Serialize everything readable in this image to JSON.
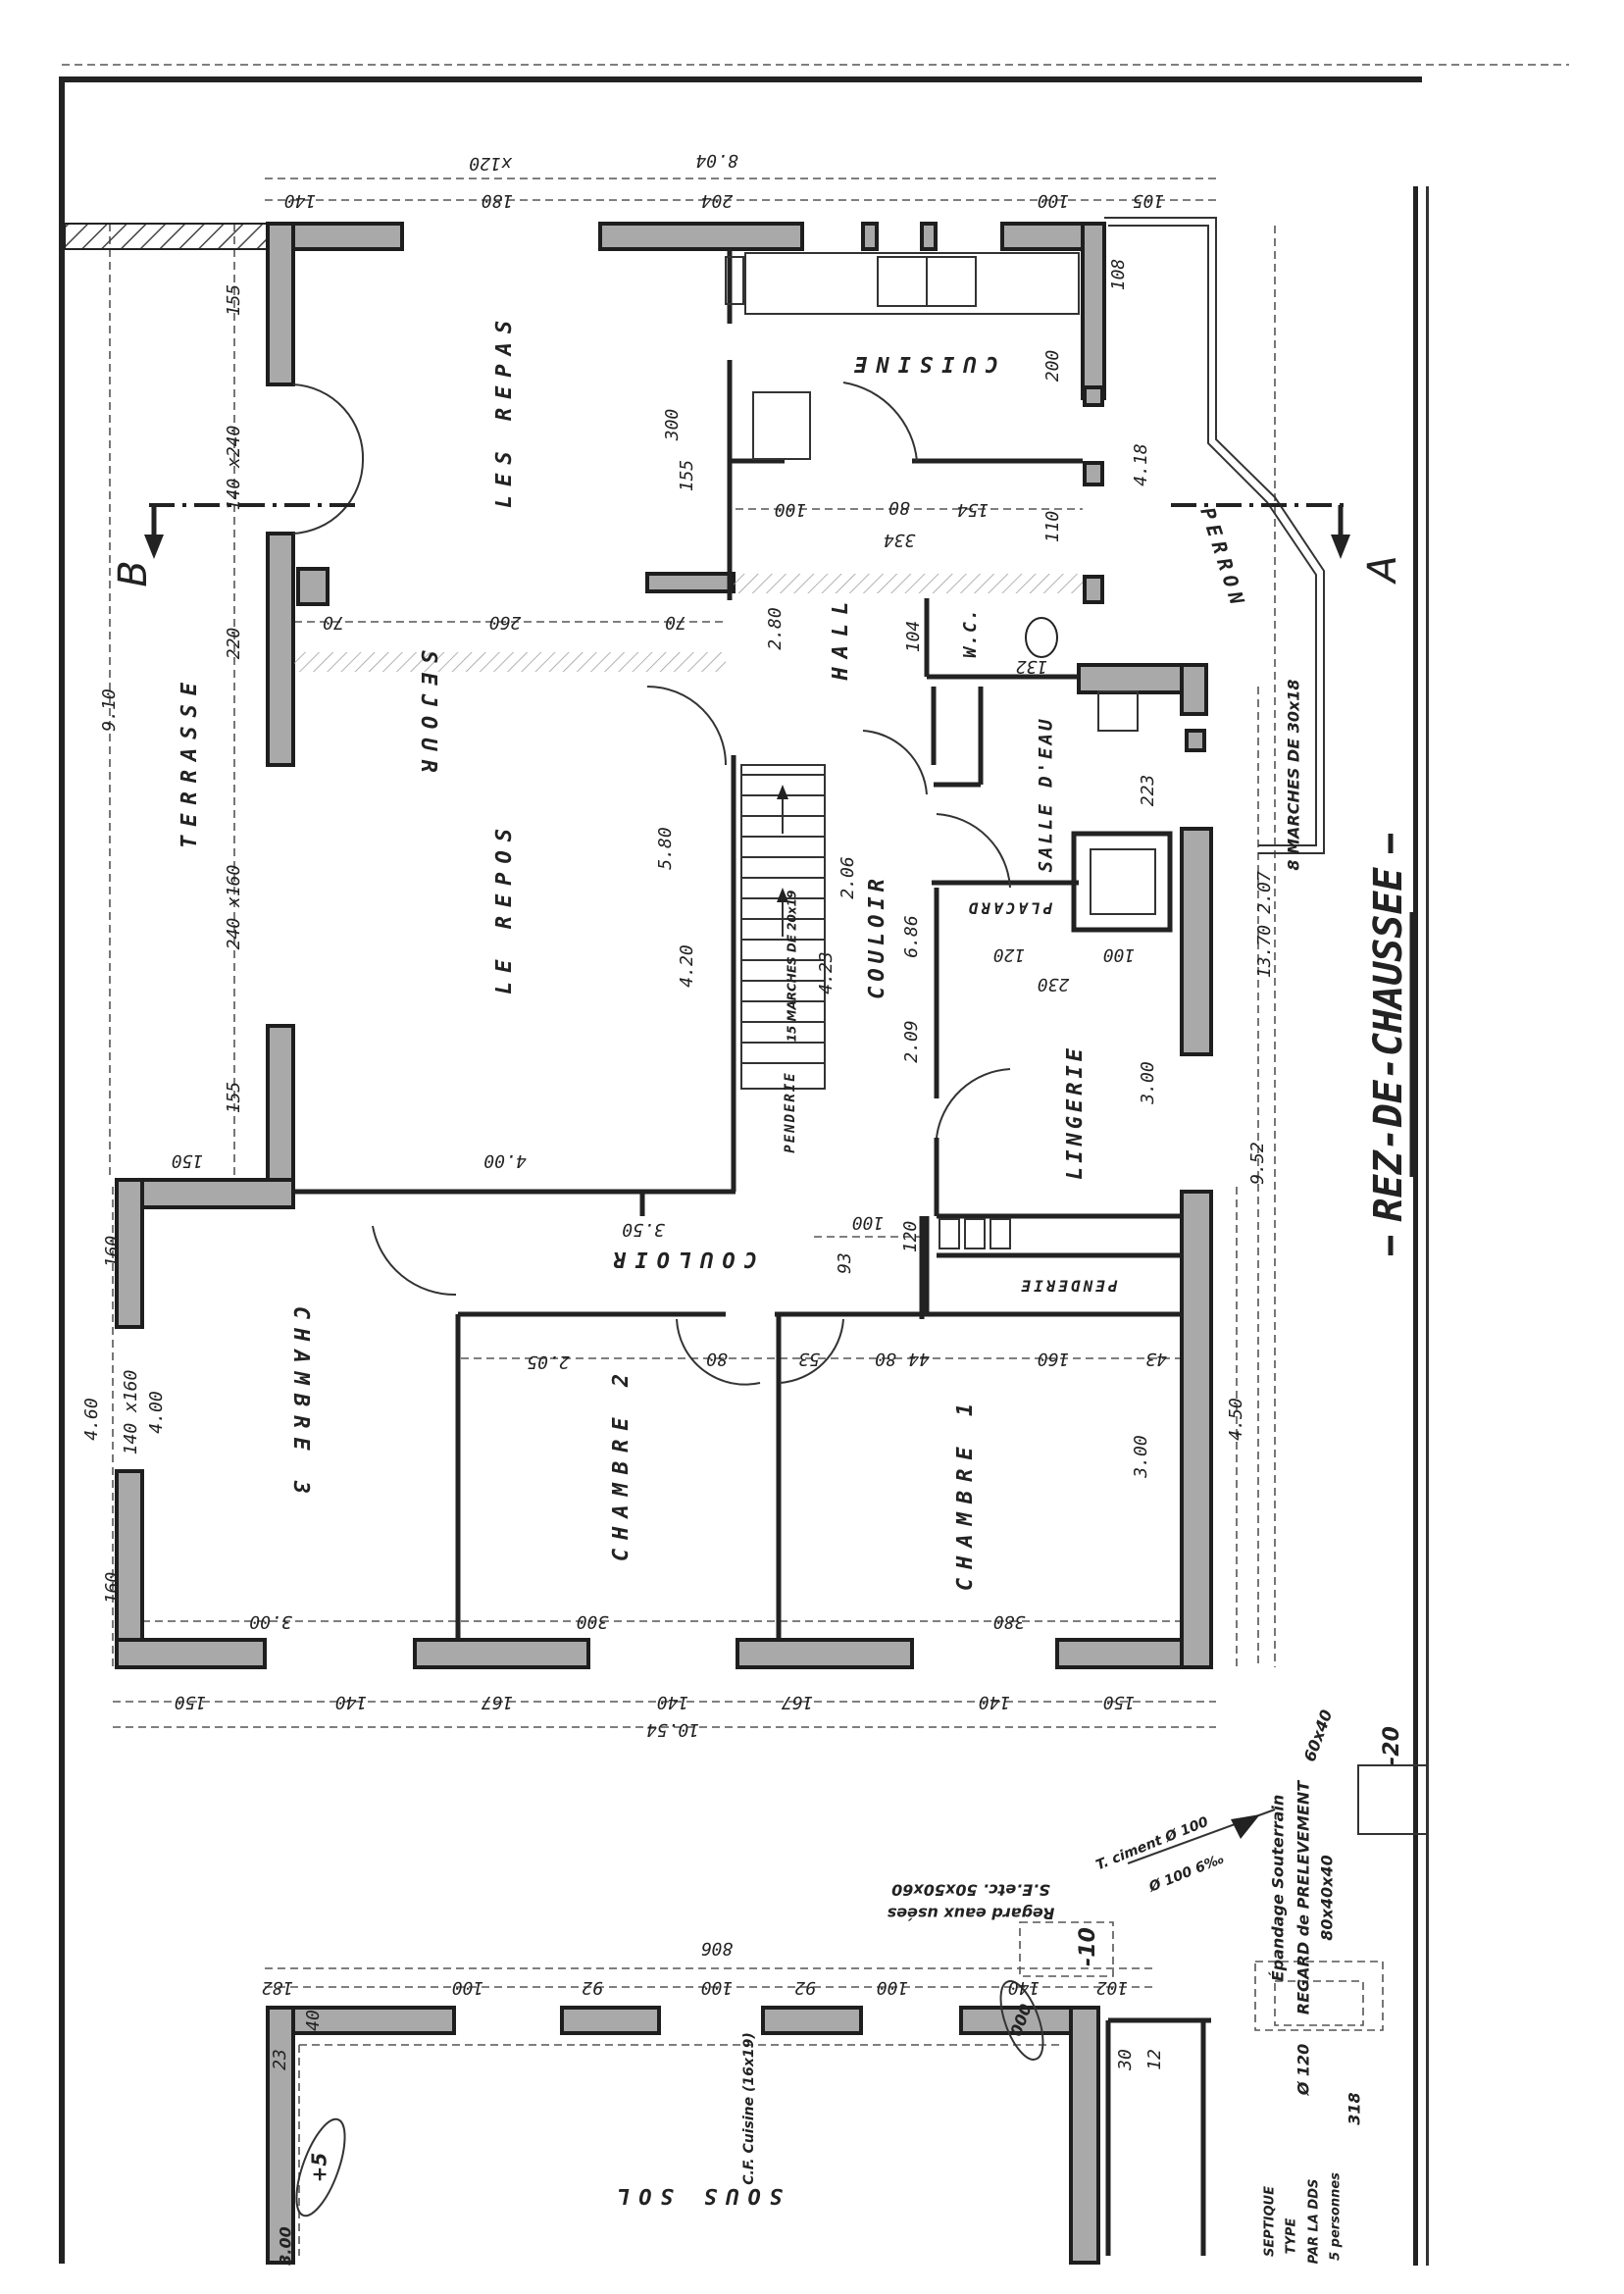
{
  "title": "REZ-DE-CHAUSSEE",
  "section_markers": {
    "a": "A",
    "b": "B"
  },
  "rooms": {
    "terrasse": "TERRASSE",
    "sejour": "SEJOUR",
    "les_repas": "LES REPAS",
    "le_repos": "LE REPOS",
    "cuisine": "CUISINE",
    "hall": "HALL",
    "wc": "W.C.",
    "salle_deau": "SALLE D'EAU",
    "placard": "PLACARD",
    "lingerie": "LINGERIE",
    "couloir_1": "COULOIR",
    "couloir_2": "COULOIR",
    "penderie_1": "PENDERIE",
    "penderie_2": "PENDERIE",
    "chambre_3": "CHAMBRE 3",
    "chambre_2": "CHAMBRE 2",
    "chambre_1": "CHAMBRE 1",
    "perron": "PERRON",
    "sous_sol": "SOUS SOL"
  },
  "notes": {
    "marches_perron": "8 MARCHES DE 30x18",
    "marches_escalier": "15 MARCHES DE 20x19",
    "regard_eaux_usees": "Regard eaux usées",
    "regard_dims": "S.E.etc. 50x50x60",
    "tuyau": "T. ciment Ø 100",
    "tuyau_2": "Ø 100 6‰",
    "epandage": "Épandage Souterrain",
    "regard_prelevement": "REGARD de PRELEVEMENT",
    "regard_prelevement_dims": "80x40x40",
    "cf_cuisine": "C.F. Cuisine (16x19)",
    "fosse_septique": "SEPTIQUE",
    "fosse_type": "TYPE",
    "fosse_dds": "PAR LA DDS",
    "fosse_personnes": "5 personnes",
    "fosse_318": "318",
    "fosse_120": "Ø 120",
    "level_minus_10": "-10",
    "level_minus_20": "-20",
    "level_60x40": "60x40",
    "circle_000": "000",
    "plus_5": "+5",
    "sous_sol_300": "3.00"
  },
  "dims": [
    "8.04",
    "x120",
    "180",
    "204",
    "140",
    "100",
    "105",
    "9.10",
    "155",
    "140 x240",
    "220",
    "240 x160",
    "155",
    "260",
    "70",
    "70",
    "5.80",
    "4.20",
    "300",
    "155",
    "4.00",
    "150",
    "200",
    "108",
    "4.18",
    "334",
    "100",
    "80",
    "154",
    "110",
    "2.80",
    "104",
    "132",
    "2.06",
    "4.23",
    "6.86",
    "2.09",
    "13.70",
    "2.07",
    "223",
    "230",
    "120",
    "100",
    "3.00",
    "9.52",
    "3.50",
    "100",
    "93",
    "120",
    "2.05",
    "80",
    "53",
    "80",
    "44",
    "160",
    "43",
    "4.00",
    "4.60",
    "140 x160",
    "160",
    "160",
    "3.00",
    "300",
    "380",
    "3.00",
    "4.50",
    "150",
    "140",
    "167",
    "140",
    "167",
    "140",
    "150",
    "10.54",
    "806",
    "182",
    "100",
    "92",
    "100",
    "92",
    "100",
    "140",
    "102",
    "30",
    "12",
    "40",
    "23"
  ]
}
